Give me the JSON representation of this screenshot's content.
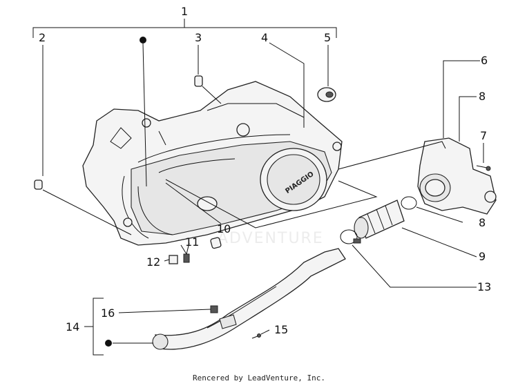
{
  "callouts": [
    "1",
    "2",
    "3",
    "4",
    "5",
    "6",
    "7",
    "8",
    "8",
    "9",
    "10",
    "11",
    "12",
    "13",
    "14",
    "15",
    "16"
  ],
  "watermark": "ADVENTURE",
  "brand": "PIAGGIO",
  "footer": "Rencered by LeadVenture, Inc."
}
